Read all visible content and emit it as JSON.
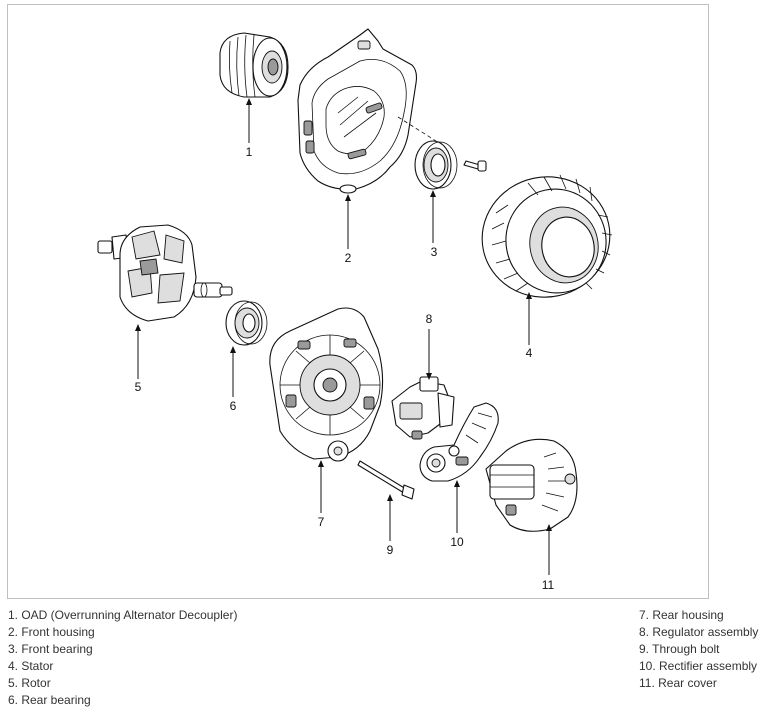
{
  "diagram": {
    "callouts": [
      "1",
      "2",
      "3",
      "4",
      "5",
      "6",
      "7",
      "8",
      "9",
      "10",
      "11"
    ]
  },
  "legend": {
    "left": [
      "1. OAD (Overrunning Alternator Decoupler)",
      "2. Front housing",
      "3. Front bearing",
      "4. Stator",
      "5. Rotor",
      "6. Rear bearing"
    ],
    "right": [
      "7. Rear housing",
      "8. Regulator assembly",
      "9. Through bolt",
      "10. Rectifier assembly",
      "11. Rear cover"
    ]
  }
}
